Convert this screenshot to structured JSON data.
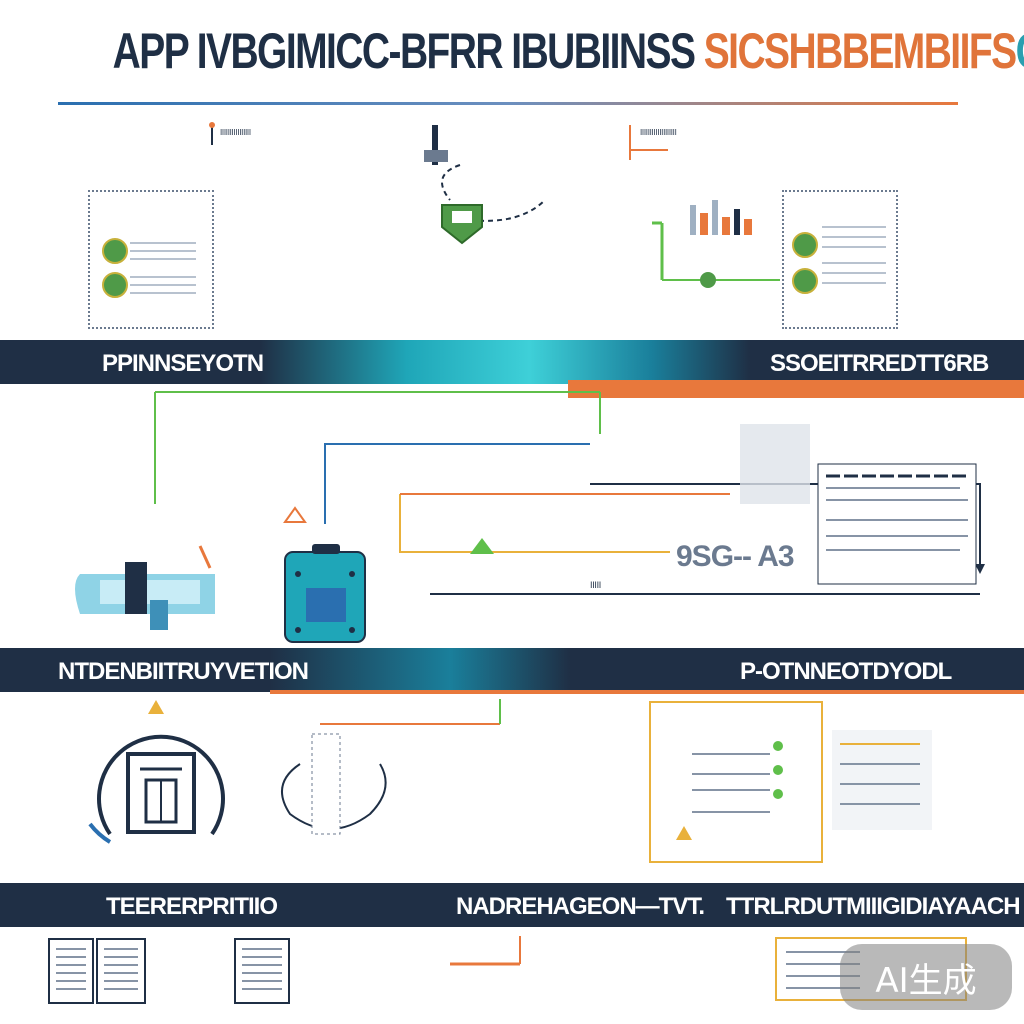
{
  "header": {
    "title_part1": "APP IVBGIMICC-BFRR IBUBIINSS ",
    "title_part2": "SICSHBBEMBIIFS",
    "title_part3": "G-"
  },
  "section1": {
    "caption_left": "IIIIIIIIIIIIIIII",
    "caption_right": "IIIIIIIIIIIIIIIIIII"
  },
  "bands": {
    "band1_left": "PPINNSEYOTN",
    "band1_right": "SSOEITRREDTT6RB",
    "band2_left": "NTDENBIITRUYVETION",
    "band2_right": "P-OTNNEOTDYODL",
    "band3_left": "TEERERPRITIIO",
    "band3_center": "NADREHAGEON—TVT.",
    "band3_right": "TTRLRDUTMIIIGIDIAYAACH"
  },
  "diagram": {
    "center_label": "9SG-- A3",
    "arrow_label": "IIIII"
  },
  "watermark": {
    "text": "AI生成"
  },
  "colors": {
    "navy": "#1f2f45",
    "teal": "#1fa6b8",
    "orange": "#e8783c",
    "green": "#5fbf4a",
    "gold": "#e9b13b"
  }
}
